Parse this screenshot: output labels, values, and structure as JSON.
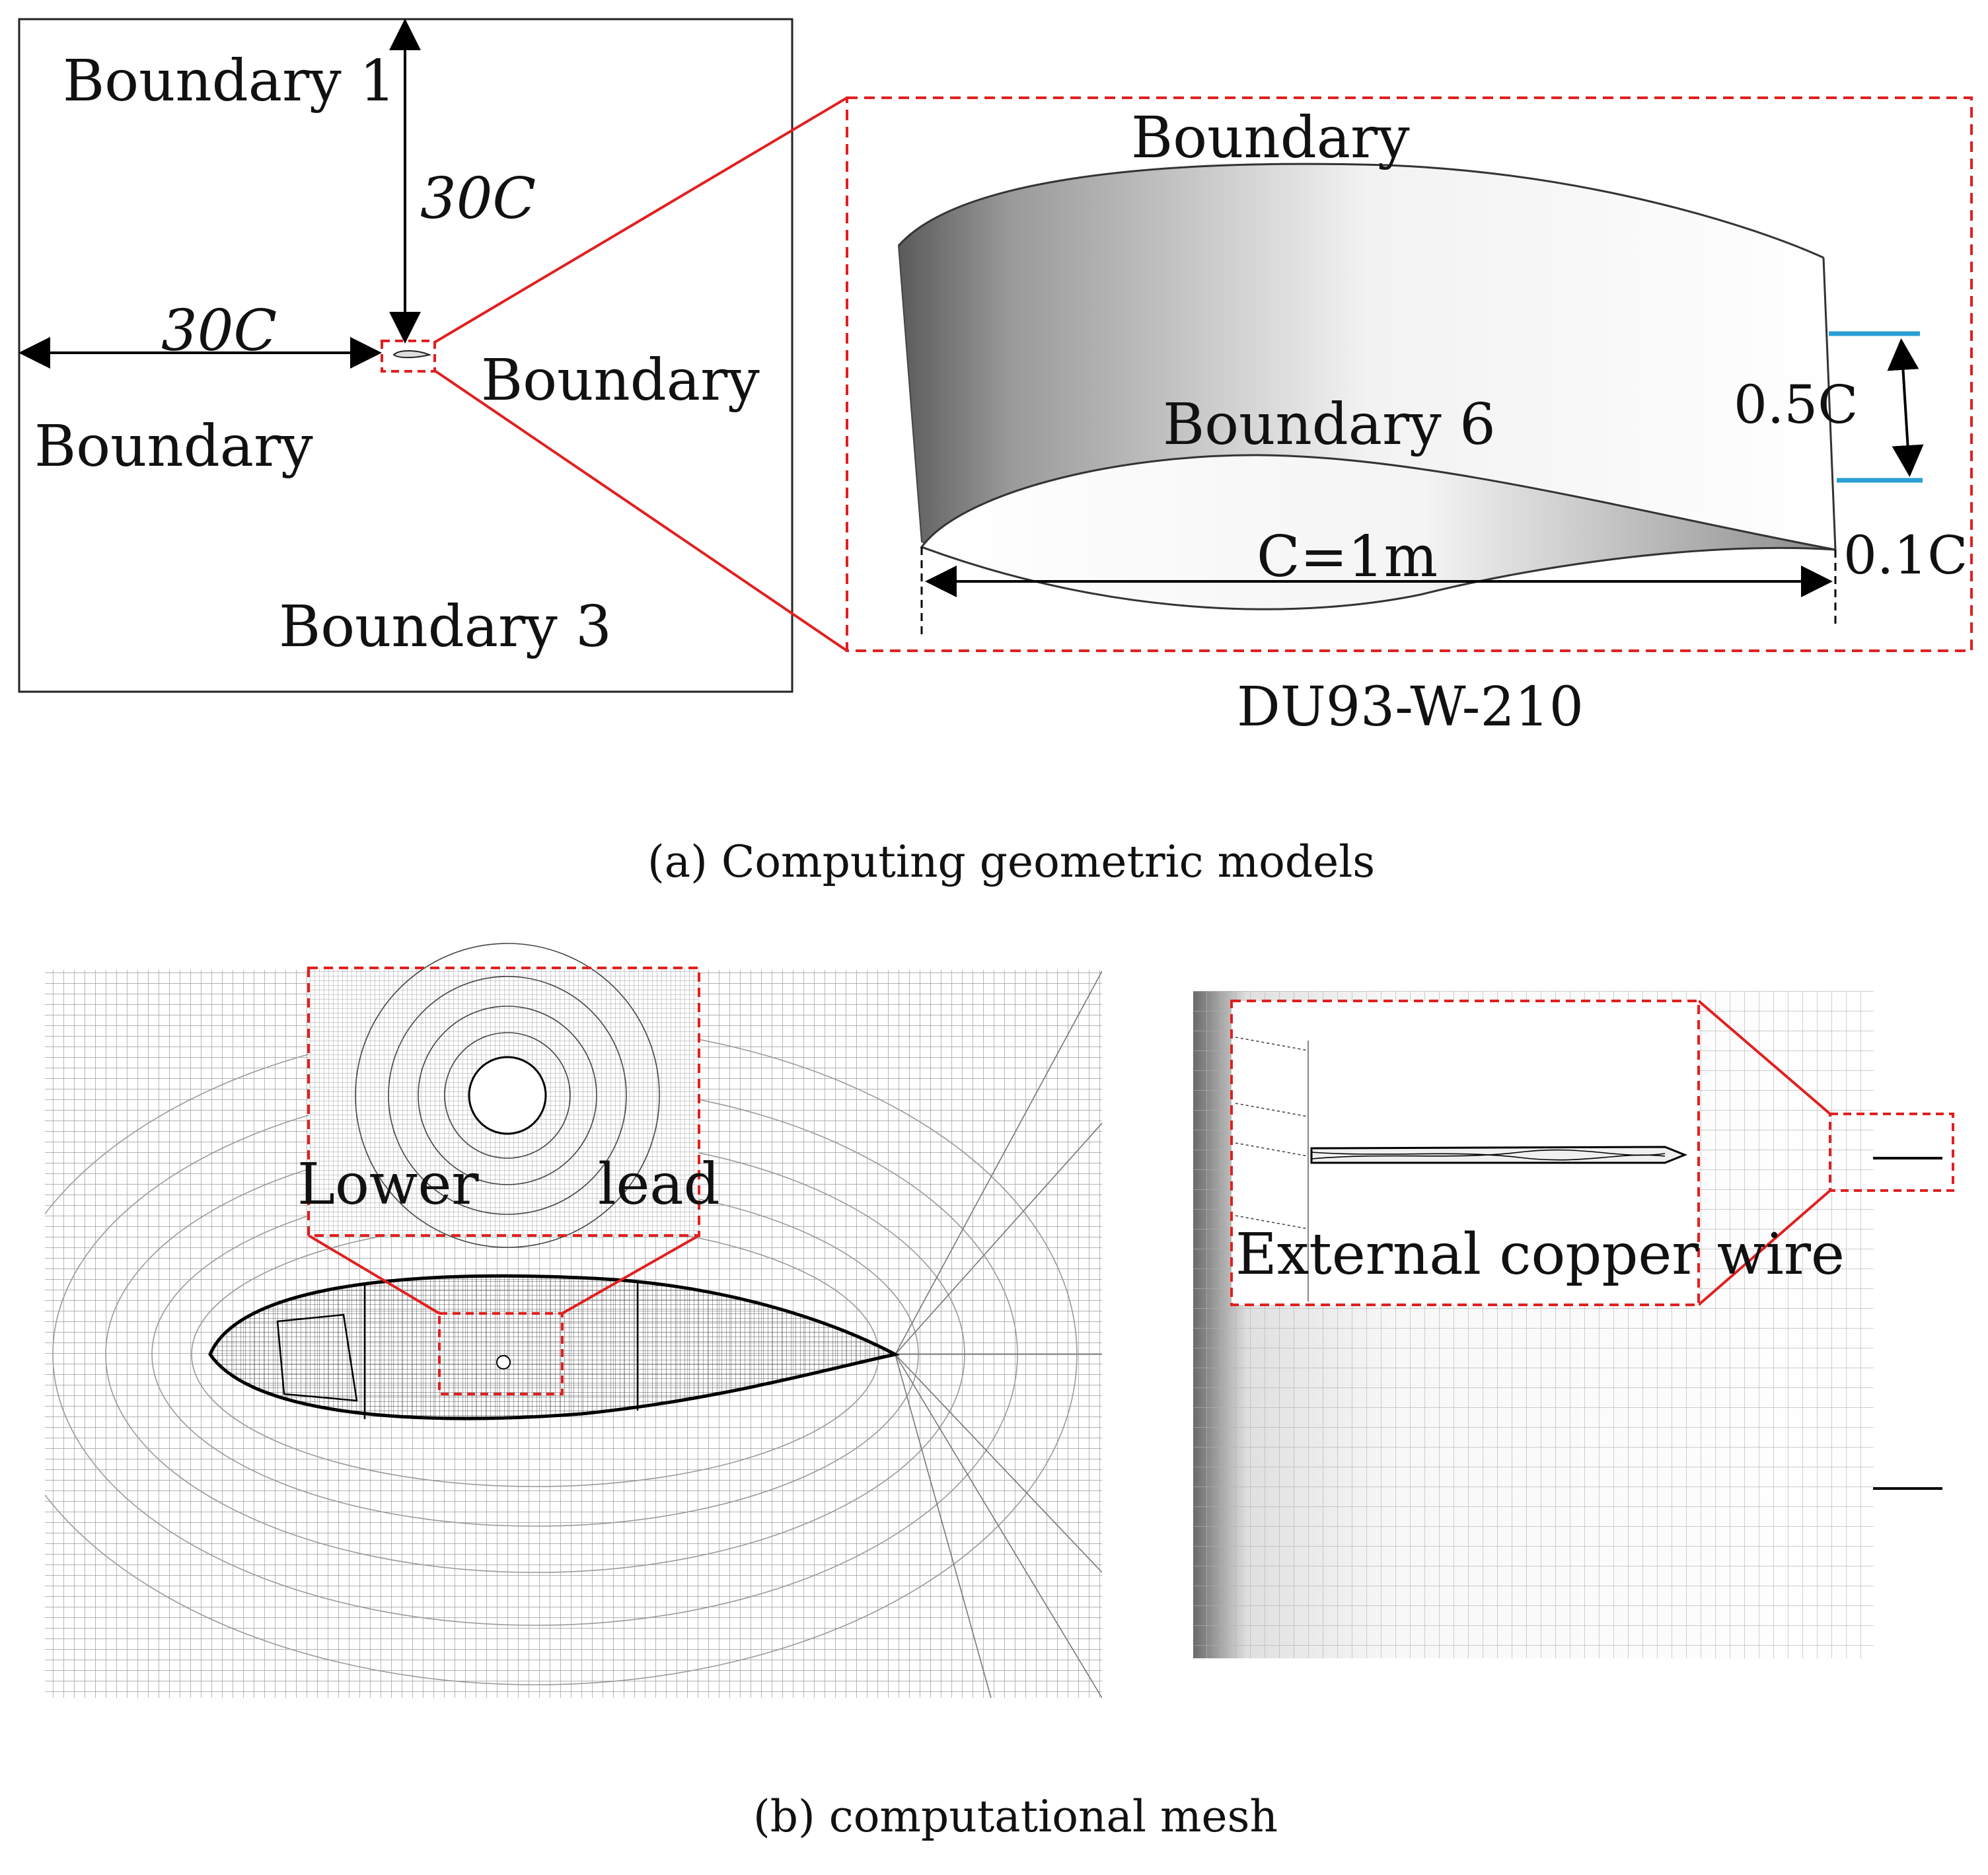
{
  "panel_a": {
    "domain_labels": {
      "boundary_top": "Boundary 1",
      "boundary_left": "Boundary",
      "boundary_right": "Boundary",
      "boundary_bottom": "Boundary 3",
      "dim_vertical": "30C",
      "dim_horizontal": "30C"
    },
    "airfoil_labels": {
      "boundary_upper": "Boundary",
      "boundary_airfoil": "Boundary 6",
      "chord": "C=1m",
      "offset_top": "0.5C",
      "offset_bottom": "0.1C"
    },
    "airfoil_name": "DU93-W-210",
    "caption": "(a) Computing geometric models"
  },
  "panel_b": {
    "mesh_inset_labels": {
      "left_word": "Lower",
      "right_word": "lead"
    },
    "wire_label": "External copper wire",
    "caption": "(b) computational mesh"
  },
  "colors": {
    "highlight": "#e02020",
    "mesh_line": "#555555",
    "dimension": "#000000",
    "accent_blue": "#2a9fd6"
  }
}
